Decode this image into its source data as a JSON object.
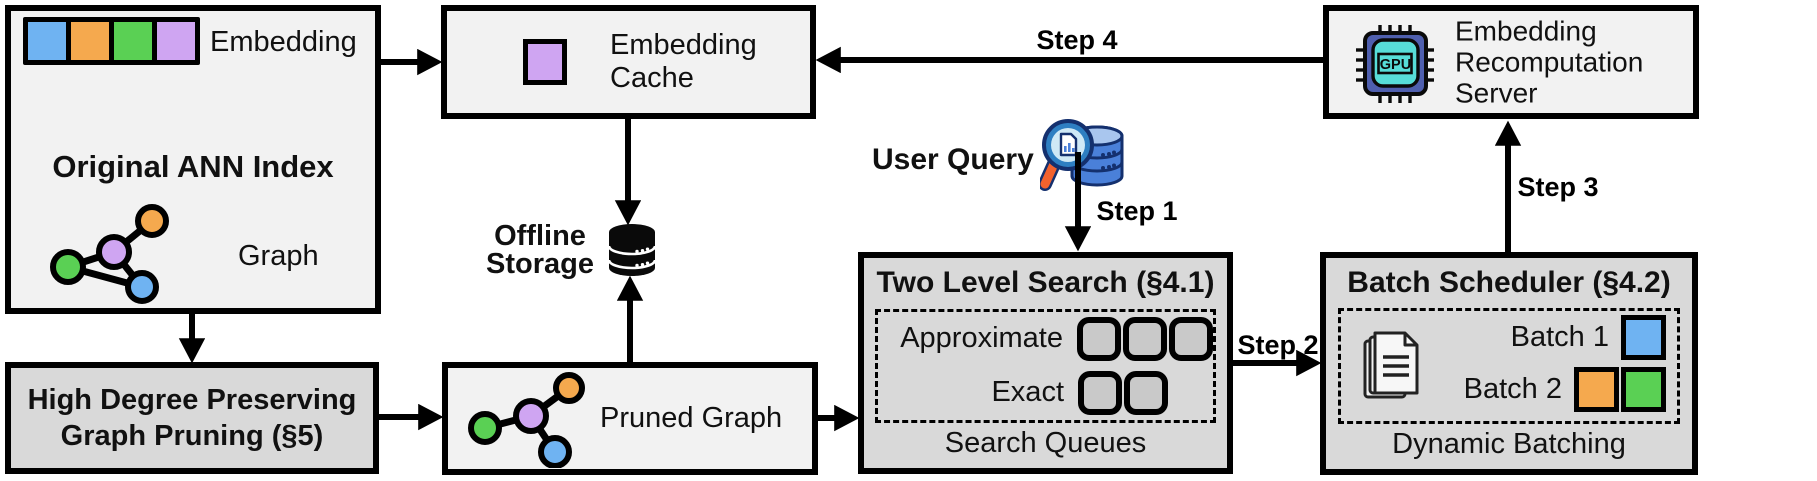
{
  "colors": {
    "blue": "#6fb3f2",
    "orange": "#f5a94e",
    "green": "#5ad054",
    "purple": "#cfa5f2",
    "box_light": "#f2f2f2",
    "box_dark": "#d9d9d9",
    "queue_fill": "#c9c9c9",
    "gpu_chip": "#4f5fae",
    "gpu_inner": "#57ddd8",
    "db_blue": "#4a80d9",
    "db_light": "#a9c6ee",
    "magnifier_handle": "#f2622e"
  },
  "boxes": {
    "original_ann_index": {
      "embedding_label": "Embedding",
      "title": "Original ANN Index",
      "graph_label": "Graph"
    },
    "embedding_cache": {
      "label": "Embedding\nCache"
    },
    "recomputation_server": {
      "label": "Embedding\nRecomputation\nServer",
      "gpu_text": "GPU"
    },
    "high_degree_pruning": {
      "label": "High Degree Preserving\nGraph Pruning (§5)"
    },
    "pruned_graph": {
      "label": "Pruned Graph"
    },
    "two_level_search": {
      "title": "Two Level Search (§4.1)",
      "approximate_label": "Approximate",
      "exact_label": "Exact",
      "footer": "Search Queues"
    },
    "batch_scheduler": {
      "title": "Batch Scheduler (§4.2)",
      "batch1_label": "Batch 1",
      "batch2_label": "Batch 2",
      "footer": "Dynamic Batching"
    }
  },
  "annotations": {
    "offline_storage": "Offline\nStorage",
    "user_query": "User Query",
    "step1": "Step 1",
    "step2": "Step 2",
    "step3": "Step 3",
    "step4": "Step 4"
  }
}
